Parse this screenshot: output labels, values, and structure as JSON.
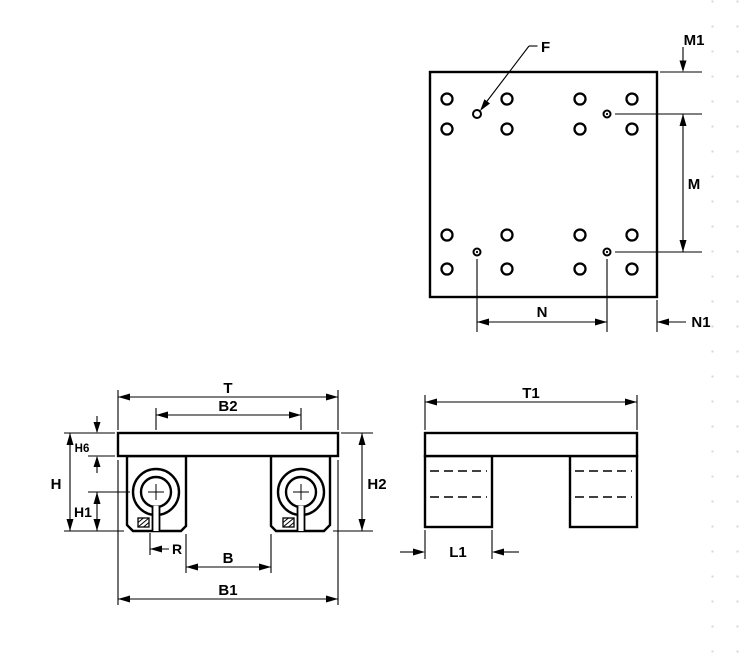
{
  "drawing": {
    "top_view": {
      "labels": {
        "f": "F",
        "m1": "M1",
        "m": "M",
        "n": "N",
        "n1": "N1"
      }
    },
    "front_view": {
      "labels": {
        "t": "T",
        "b2": "B2",
        "h6": "H6",
        "h": "H",
        "h1": "H1",
        "h2": "H2",
        "r": "R",
        "b": "B",
        "b1": "B1"
      }
    },
    "side_view": {
      "labels": {
        "t1": "T1",
        "l1": "L1"
      }
    }
  }
}
